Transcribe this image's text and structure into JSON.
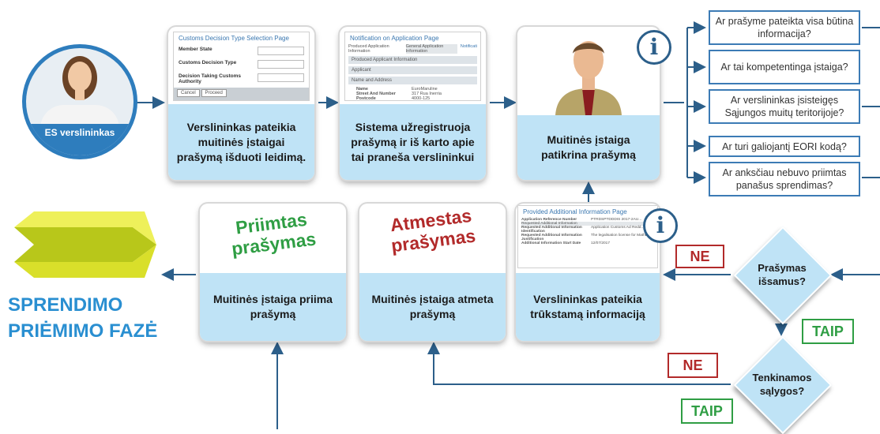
{
  "actor": {
    "label": "ES verslininkas"
  },
  "phase": {
    "line1": "SPRENDIMO",
    "line2": "PRIĖMIMO FAZĖ"
  },
  "steps": {
    "submit": {
      "caption": "Verslininkas pateikia muitinės įstaigai prašymą išduoti leidimą.",
      "screen_title": "Customs Decision Type Selection Page",
      "fields": [
        "Member State",
        "Customs Decision Type",
        "Decision Taking Customs Authority"
      ],
      "buttons": [
        "Cancel",
        "Proceed"
      ]
    },
    "register": {
      "caption": "Sistema užregistruoja prašymą ir iš karto apie tai praneša verslininkui",
      "screen_title": "Notification on Application Page",
      "tabs": [
        "Produced Application Information",
        "General Application Information",
        "Notificati"
      ],
      "bars": [
        "Produced Applicant Information",
        "Applicant",
        "Name and Address"
      ],
      "rows": [
        {
          "k": "Name",
          "v": "EuroMaruline"
        },
        {
          "k": "Street And Number",
          "v": "317 Rua Inerria"
        },
        {
          "k": "Postcode",
          "v": "4000-125"
        }
      ]
    },
    "check": {
      "caption": "Muitinės įstaiga patikrina prašymą"
    },
    "accept": {
      "caption": "Muitinės įstaiga priima prašymą",
      "stamp": "Priimtas prašymas"
    },
    "reject": {
      "caption": "Muitinės įstaiga atmeta prašymą",
      "stamp": "Atmestas prašymas"
    },
    "supply": {
      "caption": "Verslininkas pateikia trūkstamą informaciją",
      "screen_title": "Provided Additional Information Page",
      "rows": [
        {
          "k": "Application Reference Number",
          "v": "PTRDSPTDDDIS 2017-2AU..."
        },
        {
          "k": "Requested Additional Information",
          "v": ""
        },
        {
          "k": "Requested Additional Information Identification",
          "v": "Application Customs Ad Redd..."
        },
        {
          "k": "Requested Additional Information Justification",
          "v": "The legalisation license for Mathe ..."
        },
        {
          "k": "Additional Information Start Date",
          "v": "12/07/2017"
        }
      ]
    }
  },
  "questions": [
    "Ar prašyme pateikta visa būtina informacija?",
    "Ar tai kompetentinga įstaiga?",
    "Ar verslininkas įsisteigęs Sąjungos muitų teritorijoje?",
    "Ar turi galiojantį EORI kodą?",
    "Ar anksčiau nebuvo priimtas panašus sprendimas?"
  ],
  "decisions": {
    "complete": "Prašymas išsamus?",
    "conditions": "Tenkinamos sąlygos?"
  },
  "answers": {
    "no": "NE",
    "yes": "TAIP"
  },
  "icons": {
    "info": "i"
  },
  "colors": {
    "accent": "#3c7bb5",
    "caption_bg": "#bfe3f6",
    "green": "#2f9e44",
    "red": "#b22a2a",
    "arrow": "#2c5f8a"
  }
}
